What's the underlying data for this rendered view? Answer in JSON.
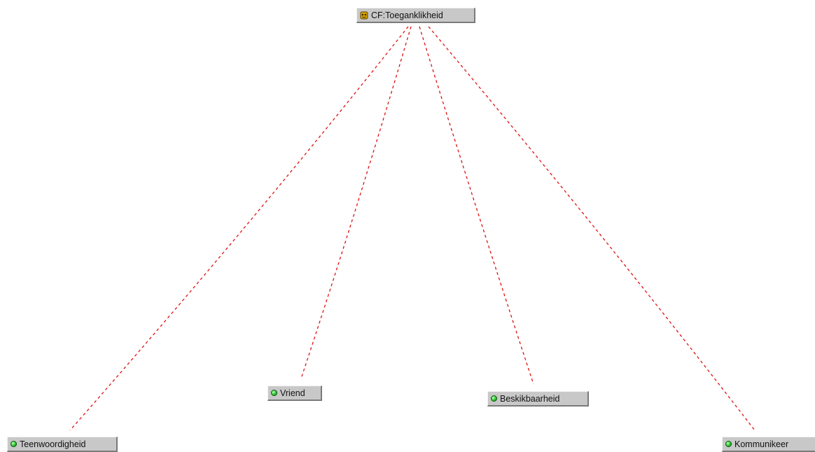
{
  "diagram": {
    "root": {
      "label": "CF:Toeganklikheid",
      "icon": "concept-framework-icon"
    },
    "children": [
      {
        "id": "teenwoordigheid",
        "label": "Teenwoordigheid",
        "icon": "green-dot-icon"
      },
      {
        "id": "vriend",
        "label": "Vriend",
        "icon": "green-dot-icon"
      },
      {
        "id": "beskikbaarheid",
        "label": "Beskikbaarheid",
        "icon": "green-dot-icon"
      },
      {
        "id": "kommunikeer",
        "label": "Kommunikeer",
        "icon": "green-dot-icon"
      }
    ],
    "edge_style": {
      "color": "#e01010",
      "pattern": "dashed"
    },
    "node_colors": {
      "fill": "#c8c8c8",
      "text": "#111111"
    }
  }
}
